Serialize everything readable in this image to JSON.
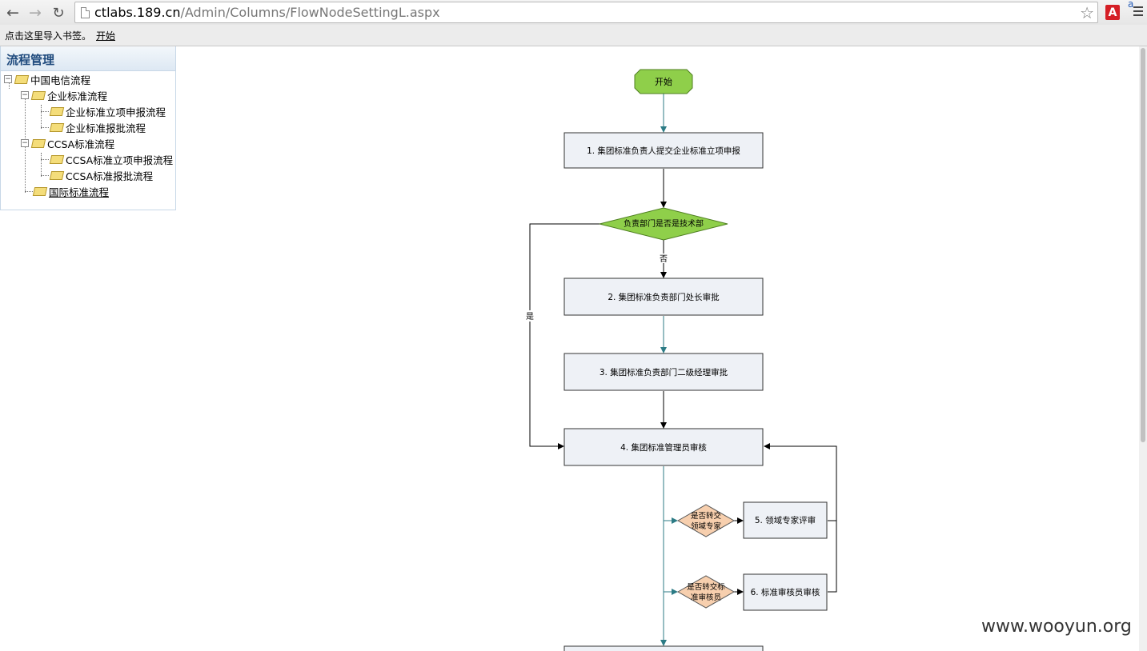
{
  "browser": {
    "url_host": "ctlabs.189.cn",
    "url_path": "/Admin/Columns/FlowNodeSettingL.aspx",
    "ext_label": "A",
    "ext_small": "a"
  },
  "bookmarks": {
    "hint": "点击这里导入书签。",
    "link": "开始"
  },
  "sidebar": {
    "title": "流程管理",
    "items": [
      {
        "label": "中国电信流程"
      },
      {
        "label": "企业标准流程"
      },
      {
        "label": "企业标准立项申报流程"
      },
      {
        "label": "企业标准报批流程"
      },
      {
        "label": "CCSA标准流程"
      },
      {
        "label": "CCSA标准立项申报流程"
      },
      {
        "label": "CCSA标准报批流程"
      },
      {
        "label": "国际标准流程"
      }
    ]
  },
  "flow": {
    "start": "开始",
    "steps": [
      "1. 集团标准负责人提交企业标准立项申报",
      "2. 集团标准负责部门处长审批",
      "3. 集团标准负责部门二级经理审批",
      "4. 集团标准管理员审核",
      "5. 领域专家评审",
      "6. 标准审核员审核"
    ],
    "decision_main": "负责部门是否是技术部",
    "decision_no": "否",
    "decision_yes": "是",
    "decision_5": [
      "是否转交",
      "领域专家"
    ],
    "decision_6": [
      "是否转交标",
      "准审核员"
    ],
    "colors": {
      "start_fill": "#8fcf4a",
      "decision_main_fill": "#8fcf4a",
      "decision_side_fill": "#f7cfae",
      "step_fill": "#eef1f6",
      "connector": "#2c7b85"
    }
  },
  "watermark": "www.wooyun.org"
}
